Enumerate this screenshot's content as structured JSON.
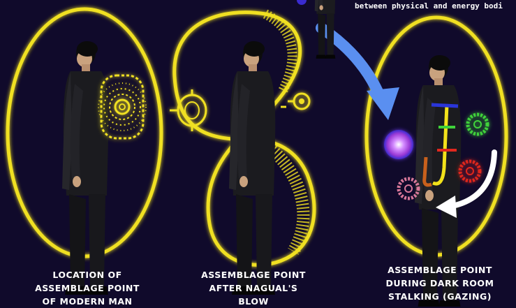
{
  "top_note": "between physical and energy bodi",
  "panels": [
    {
      "caption_lines": [
        "LOCATION OF",
        "ASSEMBLAGE POINT",
        "OF MODERN MAN"
      ]
    },
    {
      "caption_lines": [
        "ASSEMBLAGE POINT",
        "AFTER NAGUAL'S",
        "BLOW"
      ]
    },
    {
      "caption_lines": [
        "ASSEMBLAGE POINT",
        "DURING DARK ROOM",
        "STALKING (GAZING)"
      ]
    }
  ],
  "colors": {
    "background": "#100a2b",
    "egg_outline": "#f0e020",
    "assemblage_point": "#f0e020",
    "arrow_blue": "#5a8ff0",
    "arrow_white": "#ffffff",
    "center_purple": "#9b3bd6",
    "center_green": "#3fd23a",
    "center_red": "#e0281e",
    "center_pink": "#d8789a",
    "spine_yellow": "#f2e21a",
    "spine_orange": "#c8601c",
    "spine_blue": "#2a35d8"
  },
  "icons": [
    "assemblage-point-icon",
    "energy-center-icon",
    "man-figure-icon",
    "arrow-icon"
  ]
}
